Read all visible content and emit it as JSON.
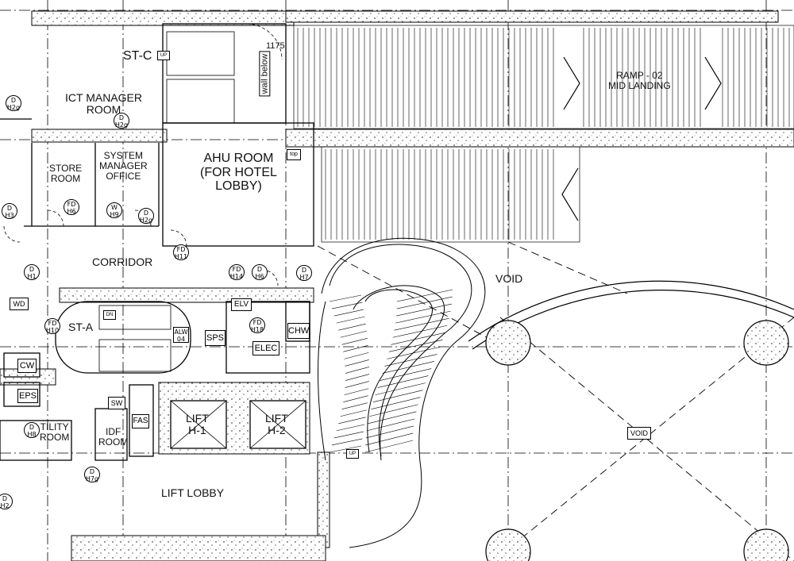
{
  "rooms": {
    "st_c": "ST-C",
    "ict_manager_room": "ICT MANAGER\nROOM",
    "store_room": "STORE\nROOM",
    "system_manager_office": "SYSTEM\nMANAGER\nOFFICE",
    "ahu_room": "AHU ROOM\n(FOR HOTEL\nLOBBY)",
    "corridor": "CORRIDOR",
    "st_a": "ST-A",
    "ramp": "RAMP - 02\nMID LANDING",
    "void_top": "VOID",
    "void_center": "VOID",
    "lift_h1": "LIFT\nH-1",
    "lift_h2": "LIFT\nH-2",
    "lift_lobby": "LIFT LOBBY",
    "utility_room": "TILITY\nROOM",
    "idf_room": "IDF\nROOM",
    "elec": "ELEC",
    "chw": "CHW",
    "sps": "SPS",
    "fas": "FAS",
    "cw": "CW",
    "eps": "EPS",
    "elv": "ELV",
    "sw": "SW",
    "wd": "WD"
  },
  "annotations": {
    "dim_1175": "1175",
    "wall_below": "wall below",
    "up": "UP",
    "dn": "DN",
    "top": "top"
  },
  "door_tags": [
    {
      "code": "D",
      "num": "H2g"
    },
    {
      "code": "D",
      "num": "H2g"
    },
    {
      "code": "FD",
      "num": "H6"
    },
    {
      "code": "W",
      "num": "H9"
    },
    {
      "code": "D",
      "num": "H2g"
    },
    {
      "code": "D",
      "num": "H3"
    },
    {
      "code": "FD",
      "num": "H11"
    },
    {
      "code": "FD",
      "num": "H14"
    },
    {
      "code": "D",
      "num": "H6"
    },
    {
      "code": "D",
      "num": "H7"
    },
    {
      "code": "D",
      "num": "H1"
    },
    {
      "code": "FD",
      "num": "H18"
    },
    {
      "code": "FD",
      "num": "H10"
    },
    {
      "code": "D",
      "num": "H8"
    },
    {
      "code": "D",
      "num": "H7g"
    },
    {
      "code": "ALW",
      "num": "04"
    },
    {
      "code": "D",
      "num": "H2"
    }
  ]
}
